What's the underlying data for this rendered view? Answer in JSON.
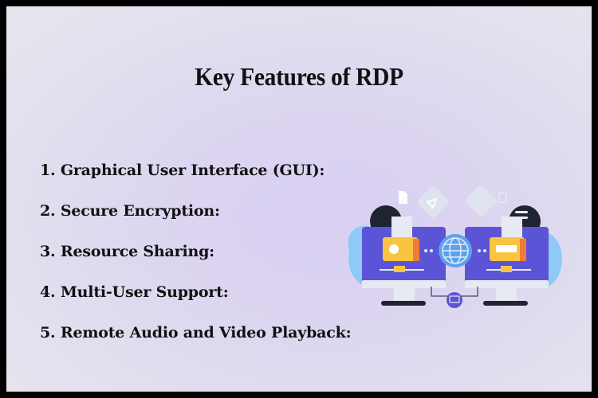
{
  "title": "Key Features of RDP",
  "features": [
    "1. Graphical User Interface (GUI):",
    "2. Secure Encryption:",
    "3. Resource Sharing:",
    "4. Multi-User Support:",
    "5. Remote Audio and Video Playback:"
  ],
  "illustration": {
    "icon": "remote-desktop-connection-illustration",
    "colors": {
      "monitor": "#5b54d6",
      "folder": "#fbc440",
      "globe": "#5aa2f0",
      "blob": "#8ec9f7",
      "stand": "#e8eaf3",
      "base": "#1f2433"
    }
  }
}
